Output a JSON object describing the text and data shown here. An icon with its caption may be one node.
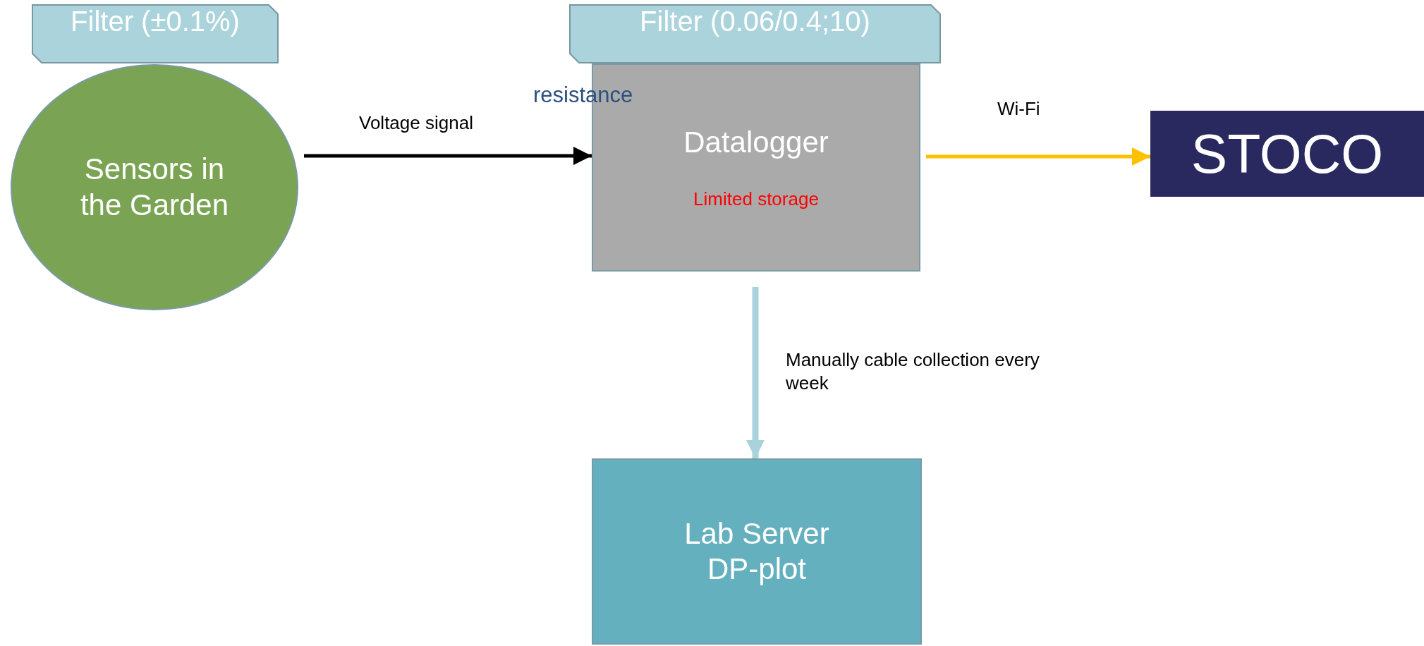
{
  "diagram": {
    "nodes": [
      {
        "text": [
          "Filter (±0.1%)"
        ]
      },
      {
        "text": [
          "Sensors in the Garden"
        ]
      },
      {
        "text": [
          "Filter (0.06/0.4;10)"
        ]
      },
      {
        "text": [
          "Datalogger",
          "Limited storage"
        ]
      },
      {
        "text": [
          "STOCO"
        ]
      },
      {
        "text": [
          "Lab Server DP-plot"
        ]
      }
    ],
    "edges": [
      {
        "from": 1,
        "to": 3,
        "arrow": "to",
        "label": "Voltage signal"
      },
      {
        "from": 3,
        "to": 4,
        "arrow": "to",
        "label": "Wi-Fi",
        "color": "#ffc000"
      },
      {
        "from": 3,
        "to": 5,
        "arrow": "to",
        "label": "Manually cable collection every week",
        "style": "thick",
        "color": "#a9d3dc"
      }
    ],
    "labels": [
      "resistance"
    ]
  }
}
